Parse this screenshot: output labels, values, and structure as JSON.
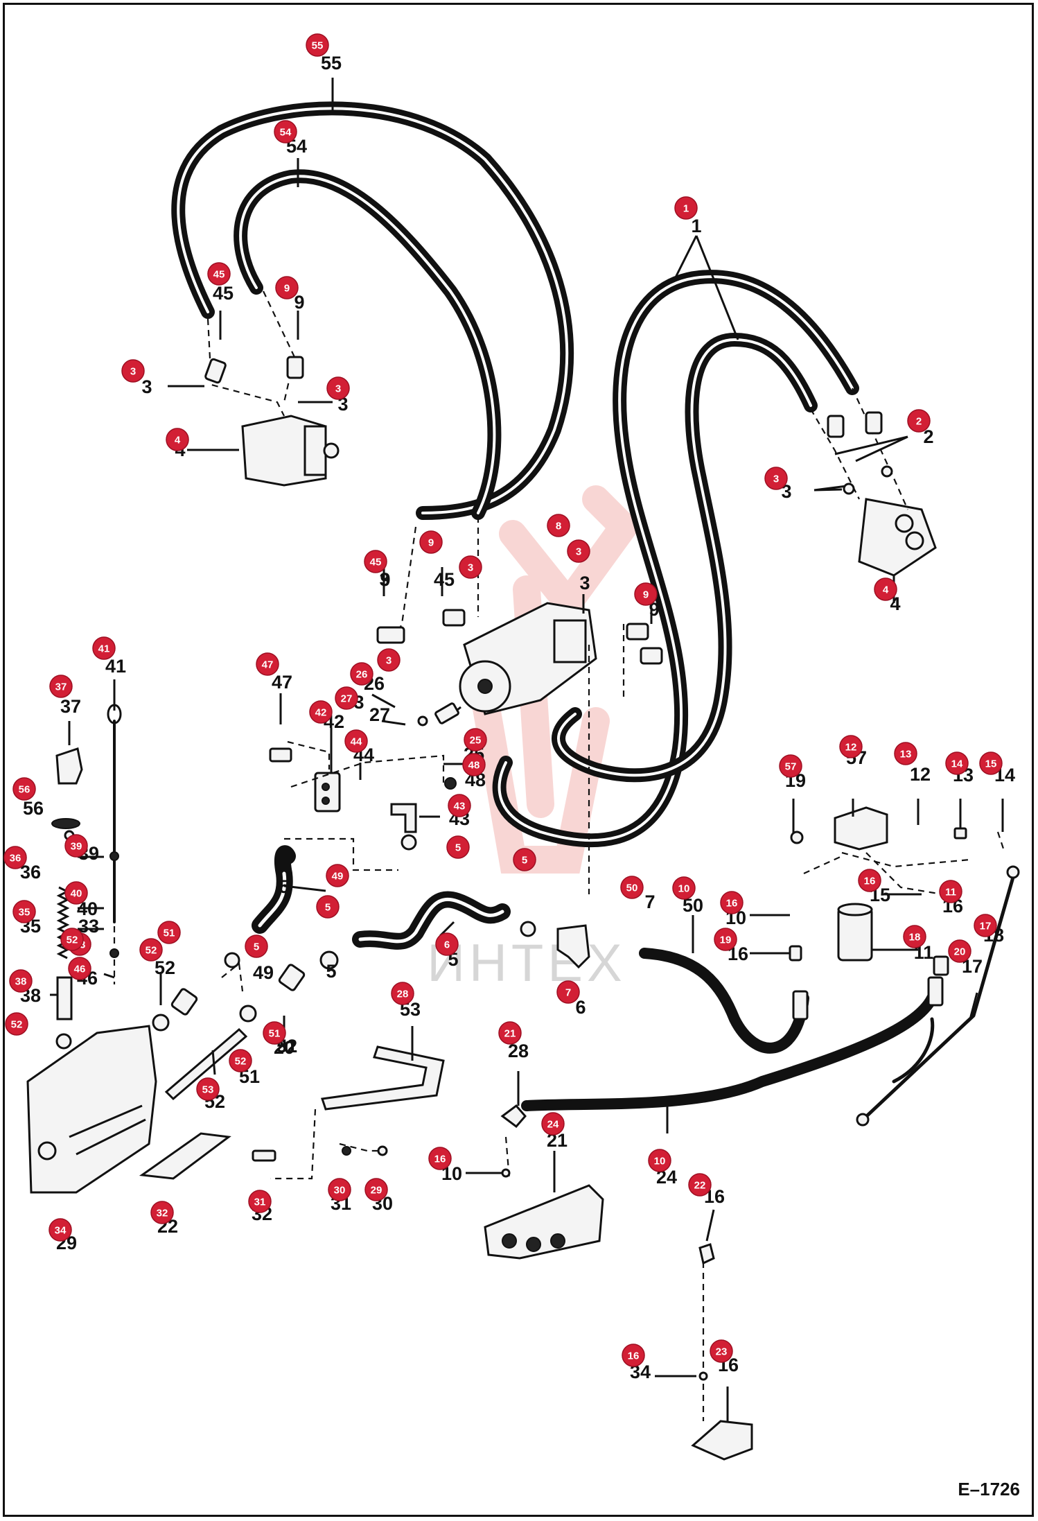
{
  "figure_id": "E–1726",
  "watermark_text": "ИНТЕХ",
  "colors": {
    "callout": "#d21f35",
    "line": "#111111",
    "background": "#ffffff",
    "watermark": "#e0453a"
  },
  "callouts": [
    {
      "label": "55"
    },
    {
      "label": "54"
    },
    {
      "label": "1"
    },
    {
      "label": "45"
    },
    {
      "label": "9"
    },
    {
      "label": "3"
    },
    {
      "label": "3"
    },
    {
      "label": "4"
    },
    {
      "label": "2"
    },
    {
      "label": "3"
    },
    {
      "label": "4"
    },
    {
      "label": "8"
    },
    {
      "label": "3"
    },
    {
      "label": "9"
    },
    {
      "label": "45"
    },
    {
      "label": "3"
    },
    {
      "label": "9"
    },
    {
      "label": "47"
    },
    {
      "label": "26"
    },
    {
      "label": "3"
    },
    {
      "label": "27"
    },
    {
      "label": "42"
    },
    {
      "label": "44"
    },
    {
      "label": "25"
    },
    {
      "label": "48"
    },
    {
      "label": "43"
    },
    {
      "label": "41"
    },
    {
      "label": "37"
    },
    {
      "label": "56"
    },
    {
      "label": "36"
    },
    {
      "label": "39"
    },
    {
      "label": "40"
    },
    {
      "label": "35"
    },
    {
      "label": "33"
    },
    {
      "label": "46"
    },
    {
      "label": "38"
    },
    {
      "label": "52"
    },
    {
      "label": "51"
    },
    {
      "label": "52"
    },
    {
      "label": "5"
    },
    {
      "label": "49"
    },
    {
      "label": "5"
    },
    {
      "label": "5"
    },
    {
      "label": "6"
    },
    {
      "label": "7"
    },
    {
      "label": "50"
    },
    {
      "label": "10"
    },
    {
      "label": "16"
    },
    {
      "label": "19"
    },
    {
      "label": "57"
    },
    {
      "label": "12"
    },
    {
      "label": "13"
    },
    {
      "label": "14"
    },
    {
      "label": "15"
    },
    {
      "label": "16"
    },
    {
      "label": "11"
    },
    {
      "label": "18"
    },
    {
      "label": "17"
    },
    {
      "label": "20"
    },
    {
      "label": "51"
    },
    {
      "label": "52"
    },
    {
      "label": "53"
    },
    {
      "label": "28"
    },
    {
      "label": "21"
    },
    {
      "label": "24"
    },
    {
      "label": "10"
    },
    {
      "label": "16"
    },
    {
      "label": "22"
    },
    {
      "label": "32"
    },
    {
      "label": "31"
    },
    {
      "label": "30"
    },
    {
      "label": "29"
    },
    {
      "label": "34"
    },
    {
      "label": "16"
    },
    {
      "label": "23"
    },
    {
      "label": "5"
    },
    {
      "label": "52"
    }
  ],
  "part_numbers": [
    "55",
    "54",
    "1",
    "45",
    "9",
    "3",
    "3",
    "4",
    "2",
    "3",
    "4",
    "3",
    "9",
    "45",
    "3",
    "9",
    "47",
    "26",
    "3",
    "27",
    "42",
    "44",
    "25",
    "48",
    "43",
    "41",
    "37",
    "56",
    "36",
    "39",
    "40",
    "35",
    "33",
    "46",
    "38",
    "32",
    "51",
    "52",
    "5",
    "49",
    "5",
    "5",
    "6",
    "7",
    "50",
    "10",
    "16",
    "19",
    "57",
    "12",
    "13",
    "14",
    "15",
    "16",
    "11",
    "18",
    "17",
    "20",
    "51",
    "52",
    "53",
    "28",
    "21",
    "24",
    "10",
    "16",
    "22",
    "32",
    "31",
    "30",
    "29",
    "34",
    "16",
    "23"
  ]
}
